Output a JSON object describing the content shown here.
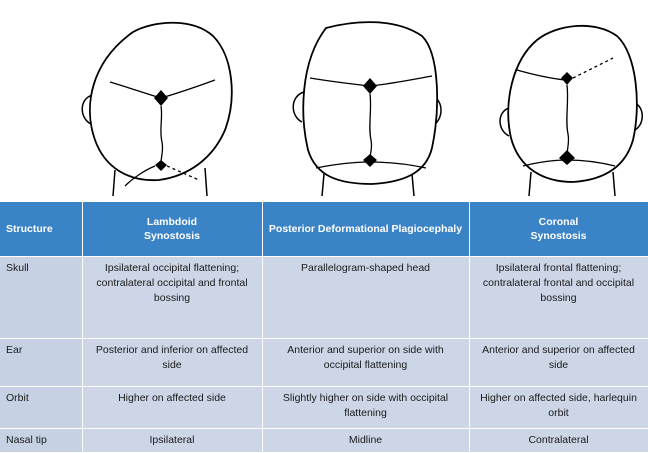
{
  "table": {
    "headers": {
      "structure": "Structure",
      "lambdoid_line1": "Lambdoid",
      "lambdoid_line2": "Synostosis",
      "pdp": "Posterior Deformational Plagiocephaly",
      "coronal_line1": "Coronal",
      "coronal_line2": "Synostosis"
    },
    "rows": [
      {
        "structure": "Skull",
        "lambdoid": "Ipsilateral occipital flattening; contralateral occipital and frontal bossing",
        "pdp": "Parallelogram-shaped head",
        "coronal": "Ipsilateral frontal flattening; contralateral frontal and occipital bossing"
      },
      {
        "structure": "Ear",
        "lambdoid": "Posterior and inferior on affected side",
        "pdp": "Anterior and superior on side with occipital flattening",
        "coronal": "Anterior and superior on affected side"
      },
      {
        "structure": "Orbit",
        "lambdoid": "Higher on affected side",
        "pdp": "Slightly higher on side with occipital flattening",
        "coronal": "Higher on affected side, harlequin orbit"
      },
      {
        "structure": "Nasal tip",
        "lambdoid": "Ipsilateral",
        "pdp": "Midline",
        "coronal": "Contralateral"
      }
    ]
  },
  "colors": {
    "header_bg": "#3a83c6",
    "cell_bg": "#ccd6e6",
    "line": "#000000"
  }
}
